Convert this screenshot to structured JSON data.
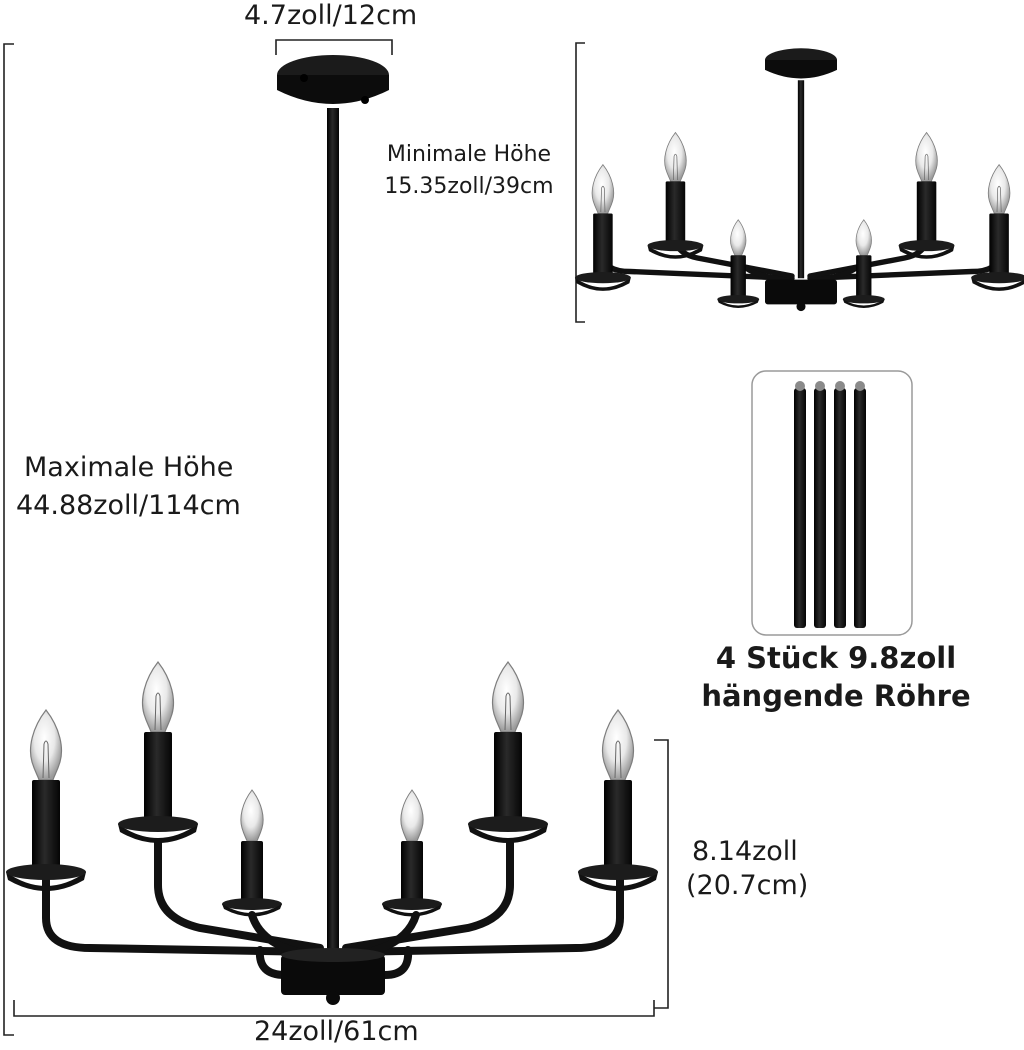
{
  "labels": {
    "canopy_width": "4.7zoll/12cm",
    "min_height_title": "Minimale Höhe",
    "min_height_value": "15.35zoll/39cm",
    "max_height_title": "Maximale Höhe",
    "max_height_value": "44.88zoll/114cm",
    "body_height_value": "8.14zoll",
    "body_height_cm": "(20.7cm)",
    "width_value": "24zoll/61cm",
    "tubes_line1": "4 Stück 9.8zoll",
    "tubes_line2": "hängende Röhre"
  },
  "product": {
    "arms": 6,
    "candles": 6,
    "hanging_tubes": 4,
    "finish_color": "#111111",
    "dimension_line_color": "#222222"
  }
}
